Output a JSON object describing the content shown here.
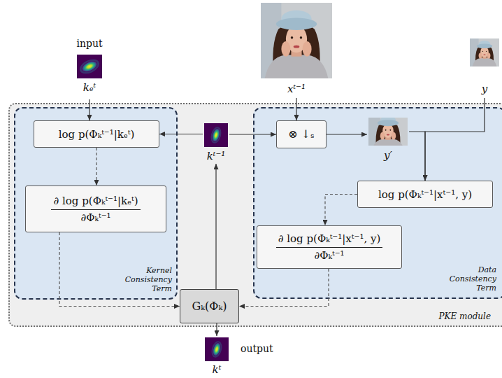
{
  "diagram": {
    "nodes": [
      {
        "text": [
          "input",
          "kₑᵗ"
        ]
      },
      {
        "text": [
          "xᵗ⁻¹"
        ]
      },
      {
        "text": [
          "y"
        ]
      },
      {
        "text": [
          "PKE module"
        ]
      },
      {
        "text": [
          "Kernel Consistency Term"
        ],
        "in": 3
      },
      {
        "text": [
          "log p(Φₖᵗ⁻¹|kₑᵗ)"
        ],
        "in": 4
      },
      {
        "text": [
          "∂ log p(Φₖᵗ⁻¹|kₑᵗ)",
          "∂Φₖᵗ⁻¹"
        ],
        "in": 4
      },
      {
        "text": [
          "kᵗ⁻¹"
        ],
        "in": 3
      },
      {
        "text": [
          "Data Consistency Term"
        ],
        "in": 3
      },
      {
        "text": [
          "⊗ ↓ₛ"
        ],
        "in": 8
      },
      {
        "text": [
          "y′"
        ],
        "in": 8
      },
      {
        "text": [
          "log p(Φₖᵗ⁻¹|xᵗ⁻¹, y)"
        ],
        "in": 8
      },
      {
        "text": [
          "∂ log p(Φₖᵗ⁻¹|xᵗ⁻¹, y)",
          "∂Φₖᵗ⁻¹"
        ],
        "in": 8
      },
      {
        "text": [
          "Gₖ(Φₖ)"
        ],
        "in": 3
      },
      {
        "text": [
          "output",
          "kᵗ"
        ]
      }
    ],
    "edges": [
      {
        "from": 0,
        "to": 5,
        "arrow": "to"
      },
      {
        "from": 7,
        "to": 5,
        "arrow": "to"
      },
      {
        "from": 7,
        "to": 9,
        "arrow": "to"
      },
      {
        "from": 1,
        "to": 9,
        "arrow": "to"
      },
      {
        "from": 9,
        "to": 10,
        "arrow": "to"
      },
      {
        "from": 10,
        "to": 11,
        "arrow": "to"
      },
      {
        "from": 2,
        "to": 11,
        "arrow": "to"
      },
      {
        "from": 5,
        "to": 6,
        "arrow": "to"
      },
      {
        "from": 11,
        "to": 12,
        "arrow": "to"
      },
      {
        "from": 6,
        "to": 13,
        "arrow": "to"
      },
      {
        "from": 12,
        "to": 13,
        "arrow": "to"
      },
      {
        "from": 13,
        "to": 7,
        "arrow": "to"
      },
      {
        "from": 13,
        "to": 14,
        "arrow": "to"
      }
    ]
  }
}
